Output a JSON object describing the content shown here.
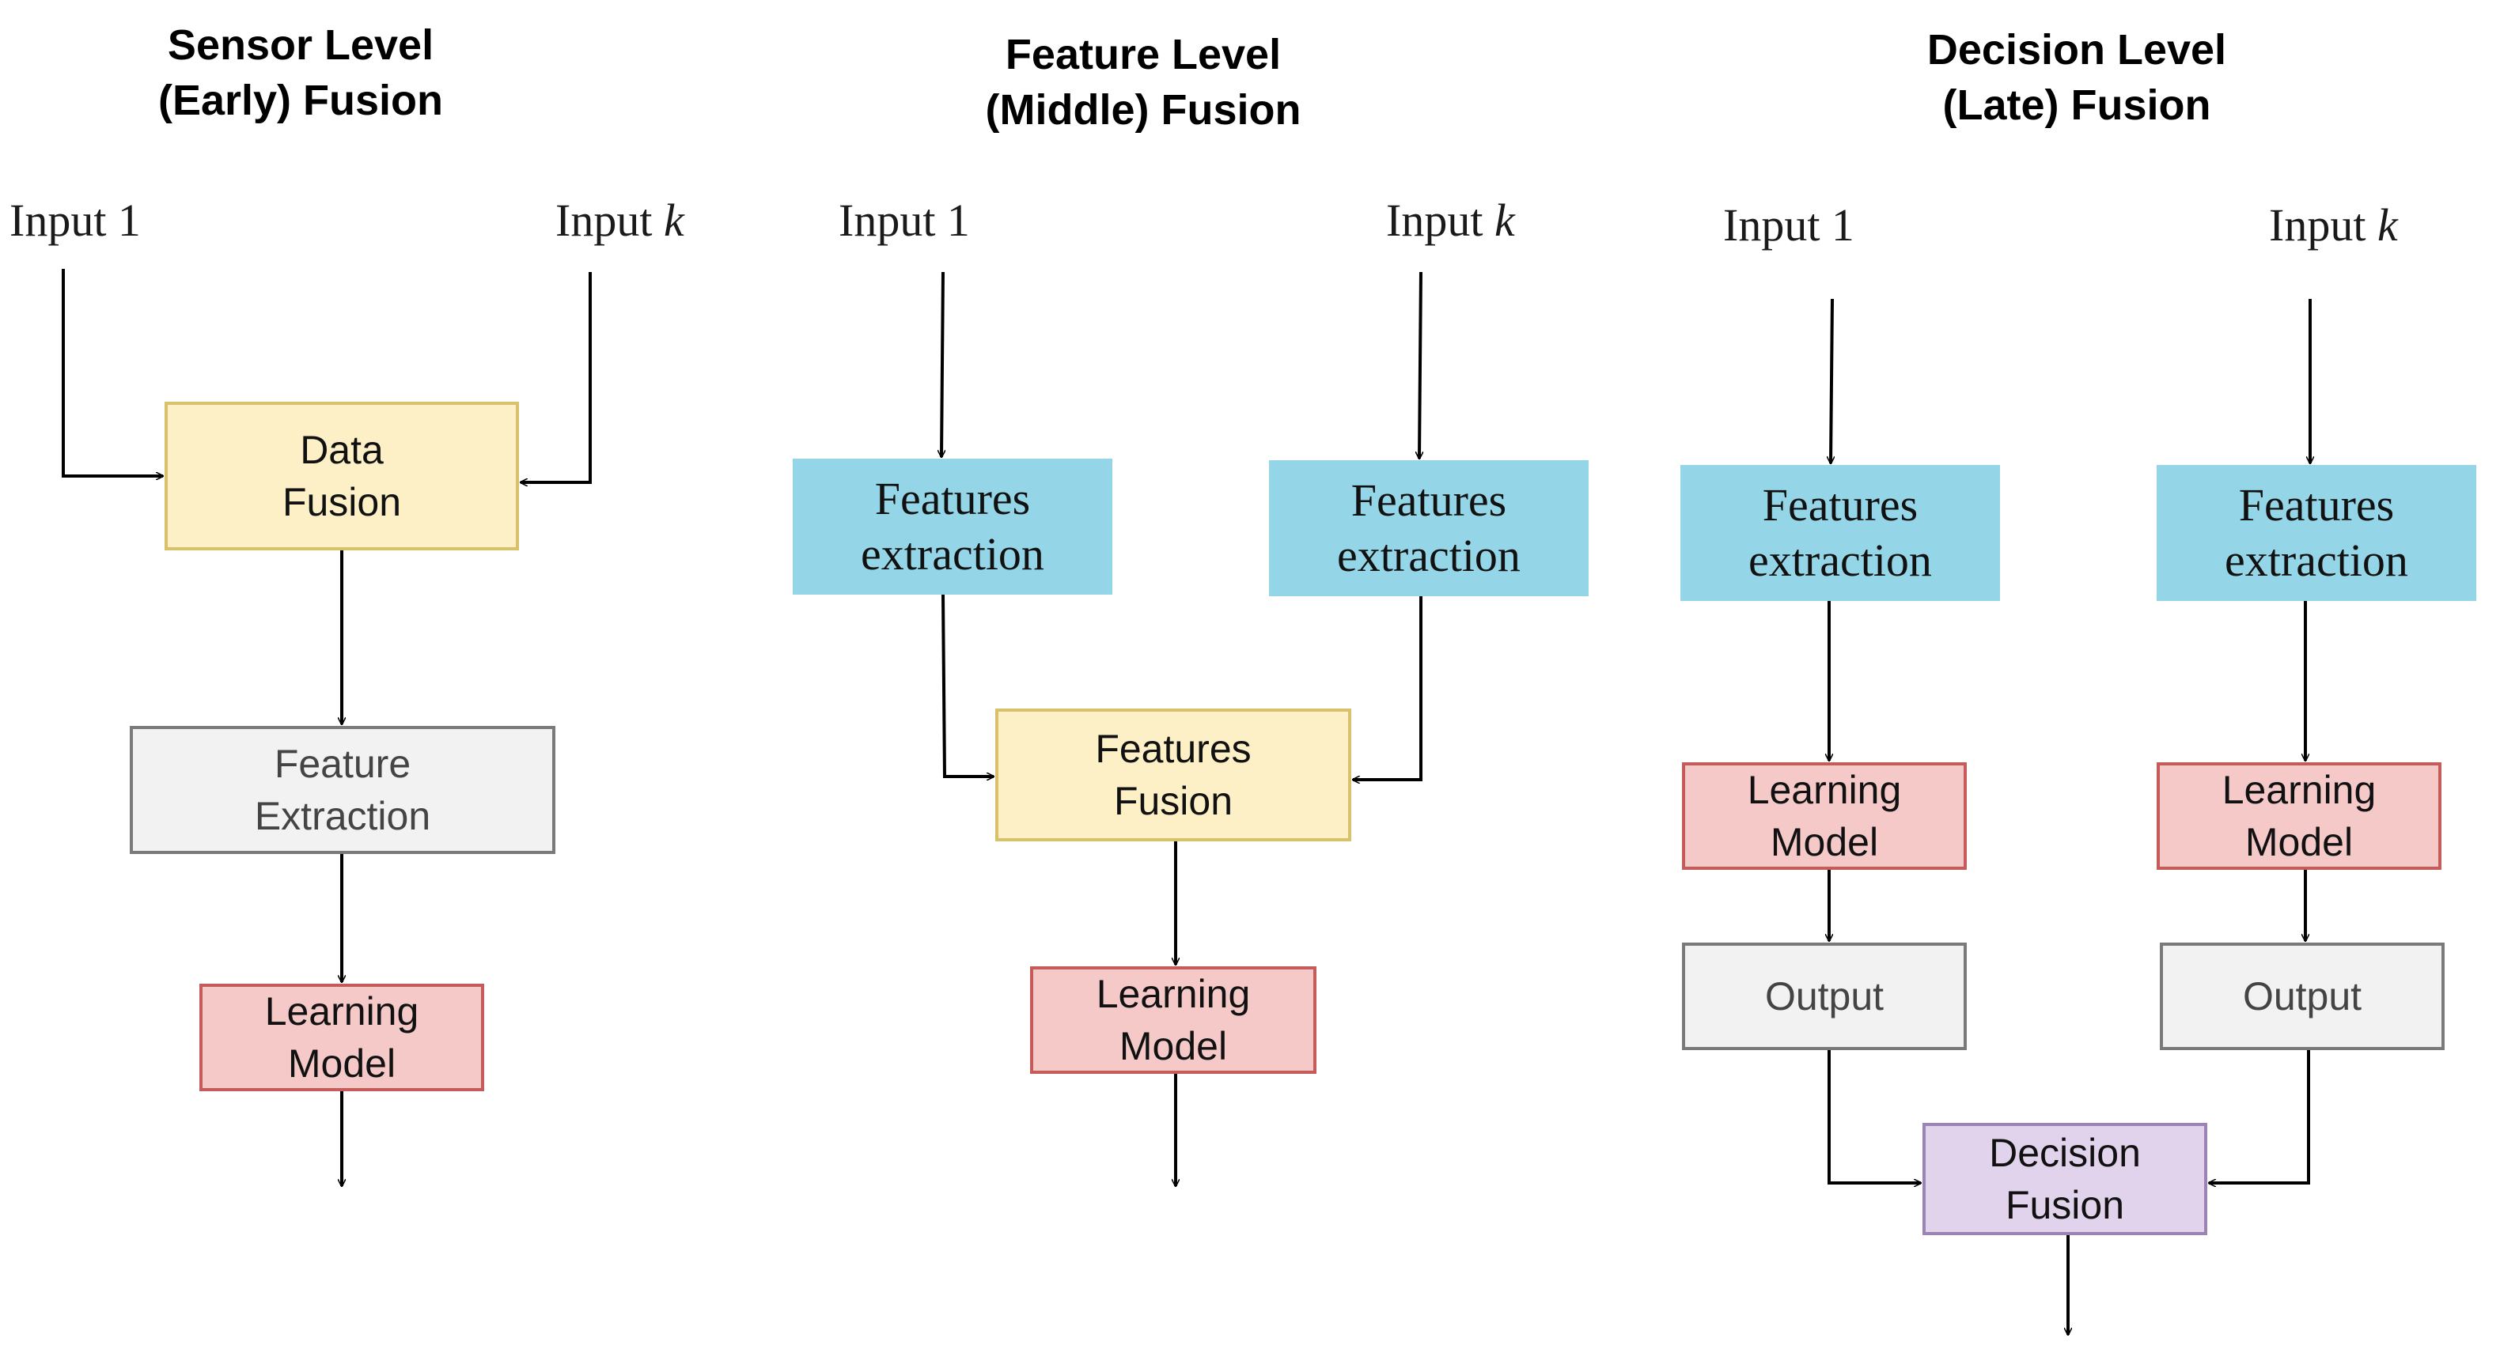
{
  "columns": {
    "sensor": {
      "title_line1": "Sensor Level",
      "title_line2": "(Early) Fusion",
      "input_first": "Input 1",
      "input_last_prefix": "Input ",
      "input_last_var": "k",
      "data_fusion": [
        "Data",
        "Fusion"
      ],
      "feature_extraction": [
        "Feature",
        "Extraction"
      ],
      "learning_model": [
        "Learning",
        "Model"
      ]
    },
    "feature": {
      "title_line1": "Feature Level",
      "title_line2": "(Middle) Fusion",
      "input_first": "Input 1",
      "input_last_prefix": "Input ",
      "input_last_var": "k",
      "extraction_left": [
        "Features",
        "extraction"
      ],
      "extraction_right": [
        "Features",
        "extraction"
      ],
      "features_fusion": [
        "Features",
        "Fusion"
      ],
      "learning_model": [
        "Learning",
        "Model"
      ]
    },
    "decision": {
      "title_line1": "Decision Level",
      "title_line2": "(Late) Fusion",
      "input_first": "Input 1",
      "input_last_prefix": "Input ",
      "input_last_var": "k",
      "extraction_left": [
        "Features",
        "extraction"
      ],
      "extraction_right": [
        "Features",
        "extraction"
      ],
      "model_left": [
        "Learning",
        "Model"
      ],
      "model_right": [
        "Learning",
        "Model"
      ],
      "output_left": "Output",
      "output_right": "Output",
      "decision_fusion": [
        "Decision",
        "Fusion"
      ]
    }
  },
  "colors": {
    "data_fusion_fill": "#fdf0c6",
    "extraction_fill": "#94d6e8",
    "learning_model_fill": "#f6c9c9",
    "feature_extraction_fill": "#f2f2f2",
    "decision_fusion_fill": "#e2d3ec"
  }
}
